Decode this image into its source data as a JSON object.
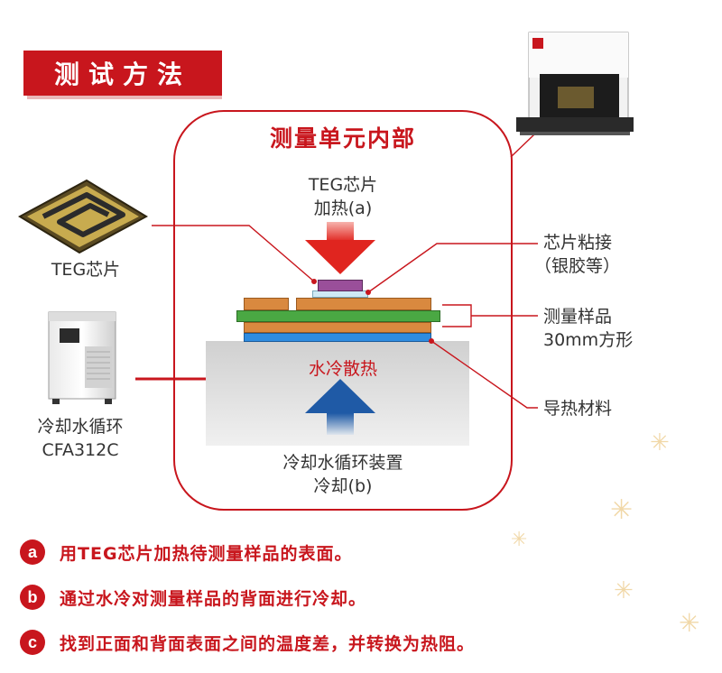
{
  "banner": {
    "title": "测试方法"
  },
  "unit": {
    "title": "测量单元内部",
    "heating_label": [
      "TEG芯片",
      "加热(a)"
    ],
    "cooling_top_label": "水冷散热",
    "cooling_bottom_label": [
      "冷却水循环装置",
      "冷却(b)"
    ]
  },
  "left": {
    "teg_chip_label": "TEG芯片",
    "chiller_label": [
      "冷却水循环",
      "CFA312C"
    ]
  },
  "right": {
    "bond_label": [
      "芯片粘接",
      "（银胶等）"
    ],
    "sample_label": [
      "测量样品",
      "30mm方形"
    ],
    "thermal_label": "导热材料"
  },
  "bullets": [
    {
      "letter": "a",
      "text": "用TEG芯片加热待测量样品的表面。"
    },
    {
      "letter": "b",
      "text": "通过水冷对测量样品的背面进行冷却。"
    },
    {
      "letter": "c",
      "text": "找到正面和背面表面之间的温度差，并转换为热阻。"
    }
  ],
  "colors": {
    "accent": "#c8161d",
    "sample": "#4aa843",
    "thermal_material": "#d9893f",
    "cooling_plate": "#2f8ce0",
    "chip": "#9a4f9a",
    "heat_arrow": "#e0251f",
    "cool_arrow": "#1f5aa6"
  }
}
